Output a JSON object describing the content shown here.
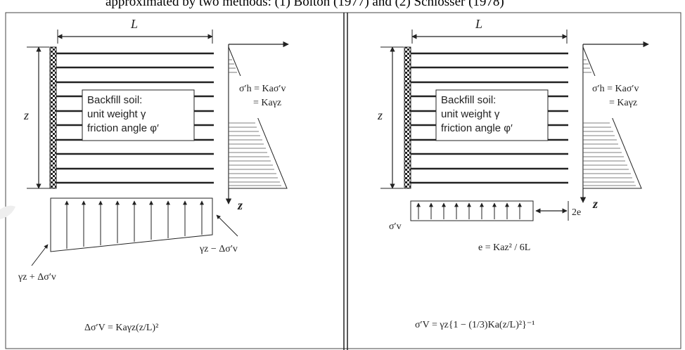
{
  "heading": "approximated by two methods: (1) Bolton (1977) and (2) Schlosser (1978)",
  "left": {
    "length_label": "L",
    "depth_label": "z",
    "axis_label": "z",
    "soil_box": [
      "Backfill soil:",
      "unit weight γ",
      "friction angle φ′"
    ],
    "pressure_eq_1": "σ′h = Kaσ′v",
    "pressure_eq_2": "= Kaγz",
    "base_right_label": "γz − Δσ′v",
    "base_left_label": "γz + Δσ′v",
    "formula": "Δσ′V = Kaγz(z/L)²"
  },
  "right": {
    "length_label": "L",
    "depth_label": "z",
    "axis_label": "z",
    "soil_box": [
      "Backfill soil:",
      "unit weight γ",
      "friction angle φ′"
    ],
    "pressure_eq_1": "σ′h = Kaσ′v",
    "pressure_eq_2": "= Kaγz",
    "base_left_label": "σ′v",
    "eccentricity_label": "2e",
    "e_formula": "e = Kaz² / 6L",
    "formula": "σ′V = γz{1 − (1/3)Ka(z/L)²}⁻¹"
  }
}
